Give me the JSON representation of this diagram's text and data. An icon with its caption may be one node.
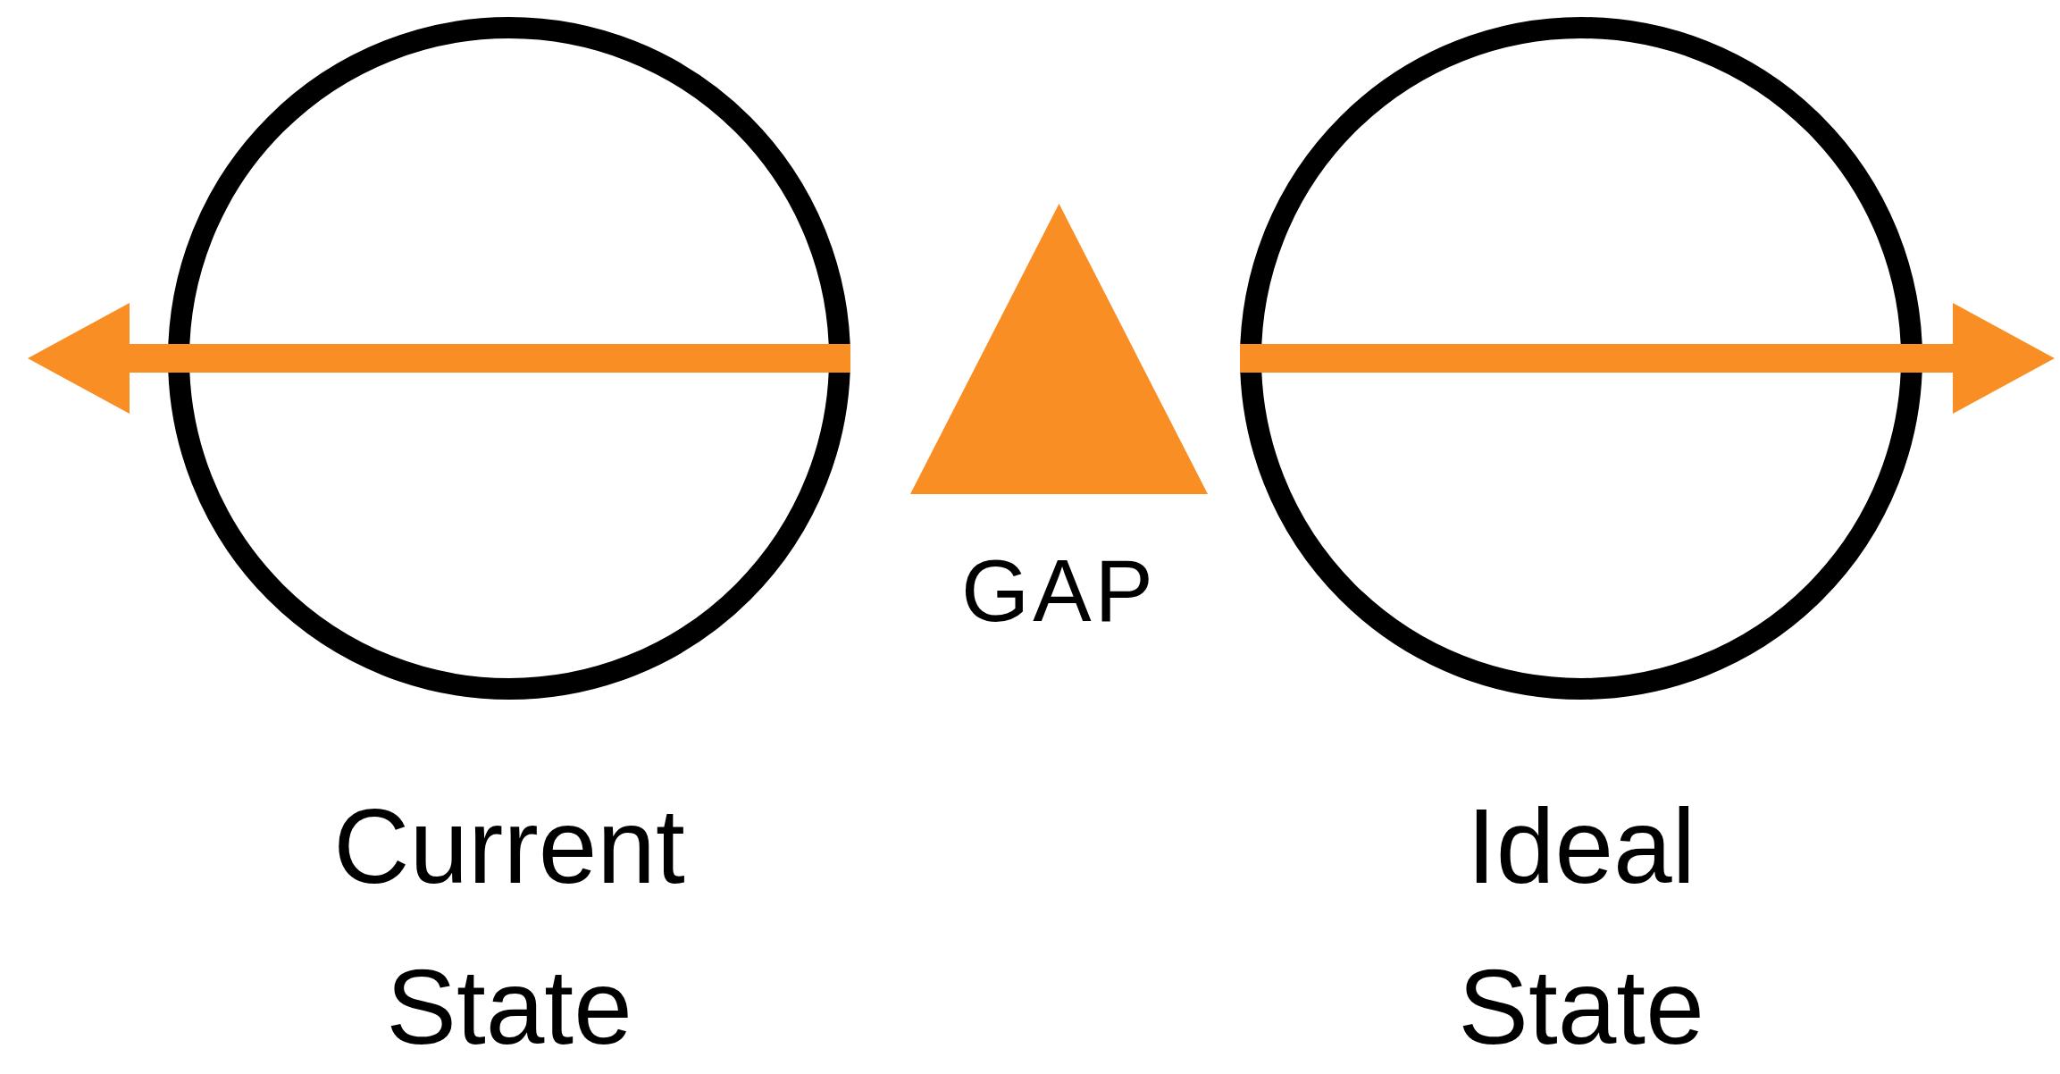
{
  "diagram": {
    "nodes": [
      {
        "text": [
          "Current State"
        ]
      },
      {
        "text": [
          "GAP"
        ]
      },
      {
        "text": [
          "Ideal State"
        ]
      }
    ],
    "edges": [
      {
        "from": 0,
        "to": null,
        "arrow": "to"
      },
      {
        "from": 2,
        "to": null,
        "arrow": "to"
      }
    ]
  }
}
